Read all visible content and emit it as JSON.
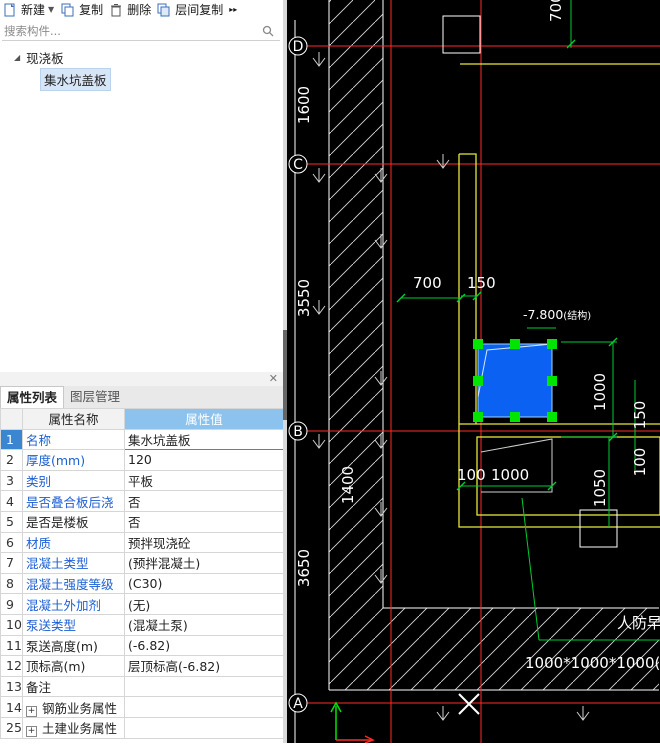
{
  "toolbar": {
    "new_label": "新建",
    "copy_label": "复制",
    "delete_label": "删除",
    "floor_copy_label": "层间复制",
    "more_glyph": "▸▸"
  },
  "search": {
    "placeholder": "搜索构件..."
  },
  "tree": {
    "group_label": "现浇板",
    "leaf_label": "集水坑盖板"
  },
  "panel_tabs": {
    "properties": "属性列表",
    "layers": "图层管理"
  },
  "props": {
    "header_name": "属性名称",
    "header_value": "属性值",
    "rows": [
      {
        "num": "1",
        "name": "名称",
        "value": "集水坑盖板"
      },
      {
        "num": "2",
        "name": "厚度(mm)",
        "value": "120"
      },
      {
        "num": "3",
        "name": "类别",
        "value": "平板"
      },
      {
        "num": "4",
        "name": "是否叠合板后浇",
        "value": "否"
      },
      {
        "num": "5",
        "name": "是否是楼板",
        "value": "否"
      },
      {
        "num": "6",
        "name": "材质",
        "value": "预拌现浇砼"
      },
      {
        "num": "7",
        "name": "混凝土类型",
        "value": "(预拌混凝土)"
      },
      {
        "num": "8",
        "name": "混凝土强度等级",
        "value": "(C30)"
      },
      {
        "num": "9",
        "name": "混凝土外加剂",
        "value": "(无)"
      },
      {
        "num": "10",
        "name": "泵送类型",
        "value": "(混凝土泵)"
      },
      {
        "num": "11",
        "name": "泵送高度(m)",
        "value": "(-6.82)"
      },
      {
        "num": "12",
        "name": "顶标高(m)",
        "value": "层顶标高(-6.82)"
      },
      {
        "num": "13",
        "name": "备注",
        "value": ""
      },
      {
        "num": "14",
        "name": "钢筋业务属性",
        "value": ""
      },
      {
        "num": "25",
        "name": "土建业务属性",
        "value": ""
      }
    ]
  },
  "cad": {
    "axis_d": "D",
    "axis_c": "C",
    "axis_b": "B",
    "axis_a": "A",
    "dim_1600": "1600",
    "dim_3550": "3550",
    "dim_1400": "1400",
    "dim_3650": "3650",
    "dim_700_top": "700",
    "dim_700": "700",
    "dim_150_a": "150",
    "dim_150_b": "150",
    "dim_1000_v": "1000",
    "dim_100_a": "100",
    "dim_100_b": "100",
    "dim_1000_h": "1000",
    "dim_1050": "1050",
    "elevation": "-7.800",
    "elevation_suffix": "(结构)",
    "pit_label": "1000*1000*1000(",
    "civil_label": "人防早瑞"
  },
  "colors": {
    "selected_fill": "#0b61f2",
    "grip": "#00e600",
    "axis_red": "#ff2a2a",
    "wall_yellow": "#e8e83a"
  }
}
